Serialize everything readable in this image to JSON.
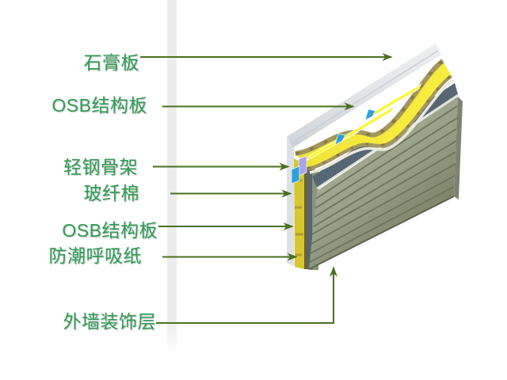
{
  "slide": {
    "background": "#ffffff"
  },
  "divider_bar": {
    "color": "#ececec"
  },
  "labels": {
    "color": "#2e9c53",
    "arrow_color": "#4a7021",
    "items": [
      {
        "text": "石膏板",
        "target": "gypsum-board"
      },
      {
        "text": "OSB结构板",
        "target": "osb-structural-panel-inner"
      },
      {
        "text": "轻钢骨架",
        "target": "light-steel-frame"
      },
      {
        "text": "玻纤棉",
        "target": "glass-fiber-wool"
      },
      {
        "text": "OSB结构板",
        "target": "osb-structural-panel-outer"
      },
      {
        "text": "防潮呼吸纸",
        "target": "moisture-breathable-membrane"
      },
      {
        "text": "外墙装饰层",
        "target": "exterior-wall-finish-layer"
      }
    ]
  },
  "diagram": {
    "type": "wall-assembly-cutaway",
    "layers": [
      {
        "id": "gypsum-board",
        "color": "#e6e9ea"
      },
      {
        "id": "osb-structural-panel-inner",
        "color": "#a3975e"
      },
      {
        "id": "light-steel-frame",
        "color": "#2f9fd6"
      },
      {
        "id": "glass-fiber-wool",
        "color": "#f2e63a"
      },
      {
        "id": "osb-structural-panel-outer",
        "color": "#a3975e"
      },
      {
        "id": "moisture-breathable-membrane",
        "color": "#5b6b79"
      },
      {
        "id": "exterior-wall-finish-layer",
        "color": "#9aa189"
      }
    ]
  }
}
